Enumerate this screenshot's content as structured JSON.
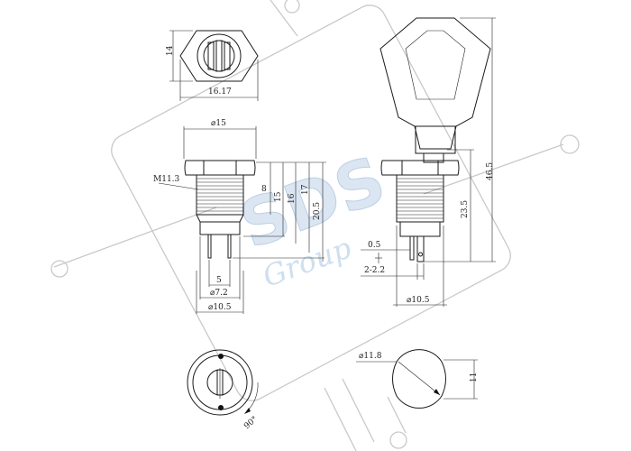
{
  "dimensions": {
    "top_height": "14",
    "top_width": "16.17",
    "body_diameter": "⌀15",
    "thread": "M11.3",
    "h8": "8",
    "h15": "15",
    "h16": "16",
    "h17": "17",
    "h20_5": "20.5",
    "pin_spacing": "5",
    "d7_2": "⌀7.2",
    "d10_5_left": "⌀10.5",
    "total_height": "46.5",
    "key_height": "23.5",
    "gap": "0.5",
    "pin_width": "2-2.2",
    "d10_5_right": "⌀10.5",
    "rotation": "90°",
    "d11_8": "⌀11.8",
    "flat": "11"
  },
  "watermark": {
    "logo_text": "SDS",
    "script_text": "Group"
  }
}
